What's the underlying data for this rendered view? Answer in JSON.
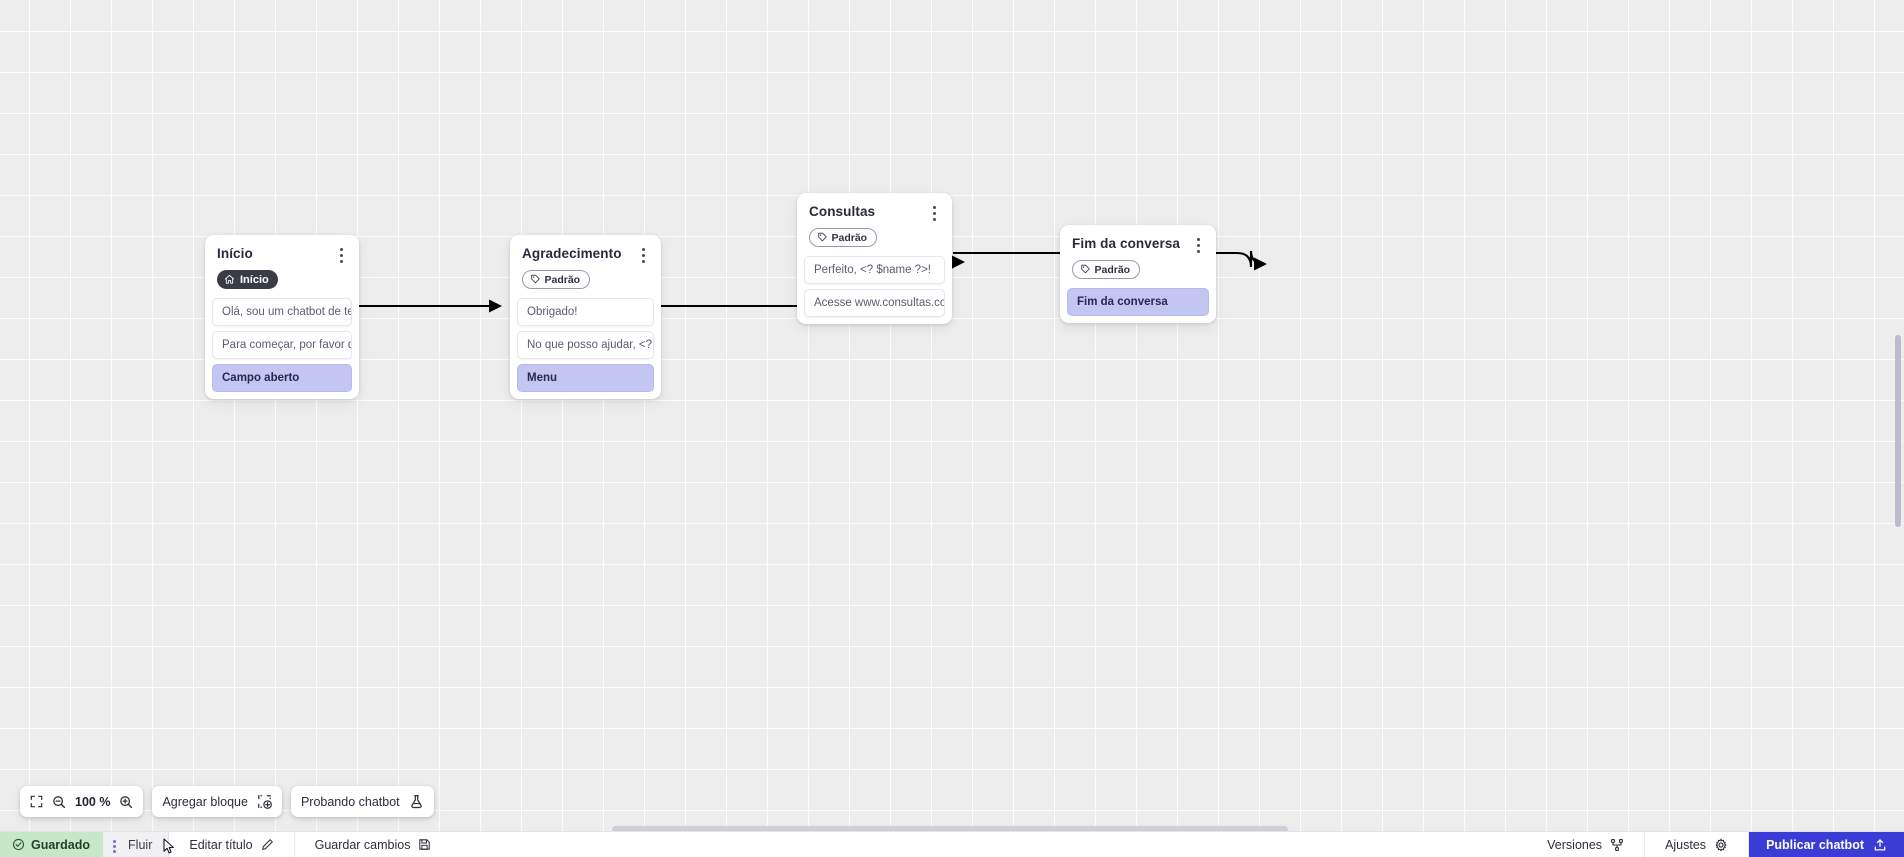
{
  "canvas": {
    "nodes": [
      {
        "id": "inicio",
        "title": "Início",
        "badge": {
          "type": "start",
          "label": "Início",
          "icon": "home-icon"
        },
        "rows": [
          {
            "kind": "message",
            "text": "Olá, sou um chatbot de teste!"
          },
          {
            "kind": "message",
            "text": "Para começar, por favor digite o ..."
          },
          {
            "kind": "action",
            "text": "Campo aberto"
          }
        ]
      },
      {
        "id": "agradecimento",
        "title": "Agradecimento",
        "badge": {
          "type": "default",
          "label": "Padrão",
          "icon": "tag-icon"
        },
        "rows": [
          {
            "kind": "message",
            "text": "Obrigado!"
          },
          {
            "kind": "message",
            "text": "No que posso ajudar, <? $name ..."
          },
          {
            "kind": "action",
            "text": "Menu"
          }
        ]
      },
      {
        "id": "consultas",
        "title": "Consultas",
        "badge": {
          "type": "default",
          "label": "Padrão",
          "icon": "tag-icon"
        },
        "rows": [
          {
            "kind": "message",
            "text": "Perfeito, <? $name ?>!"
          },
          {
            "kind": "message",
            "text": "Acesse www.consultas.com par..."
          }
        ]
      },
      {
        "id": "fim",
        "title": "Fim da conversa",
        "badge": {
          "type": "default",
          "label": "Padrão",
          "icon": "tag-icon"
        },
        "rows": [
          {
            "kind": "action",
            "text": "Fim da conversa"
          }
        ]
      }
    ]
  },
  "toolbar": {
    "fit_icon": "fit-screen-icon",
    "zoom_out_icon": "zoom-out-icon",
    "zoom_level": "100 %",
    "zoom_in_icon": "zoom-in-icon",
    "add_block_label": "Agregar bloque",
    "add_block_icon": "add-block-icon",
    "test_chatbot_label": "Probando chatbot",
    "test_chatbot_icon": "flask-icon"
  },
  "bottombar": {
    "saved_label": "Guardado",
    "saved_icon": "check-circle-icon",
    "flow_tab_label": "Fluir",
    "flow_tab_icon": "drag-dots-icon",
    "edit_title_label": "Editar título",
    "edit_title_icon": "pencil-icon",
    "save_changes_label": "Guardar cambios",
    "save_changes_icon": "save-icon",
    "versions_label": "Versiones",
    "versions_icon": "branch-icon",
    "settings_label": "Ajustes",
    "settings_icon": "gear-icon",
    "publish_label": "Publicar chatbot",
    "publish_icon": "upload-icon"
  },
  "colors": {
    "accent_publish": "#3b3bd6",
    "saved_bg": "#c6e8c8",
    "action_row": "#c4c6f2",
    "start_badge": "#3b3b46",
    "canvas_bg": "#ededee"
  }
}
